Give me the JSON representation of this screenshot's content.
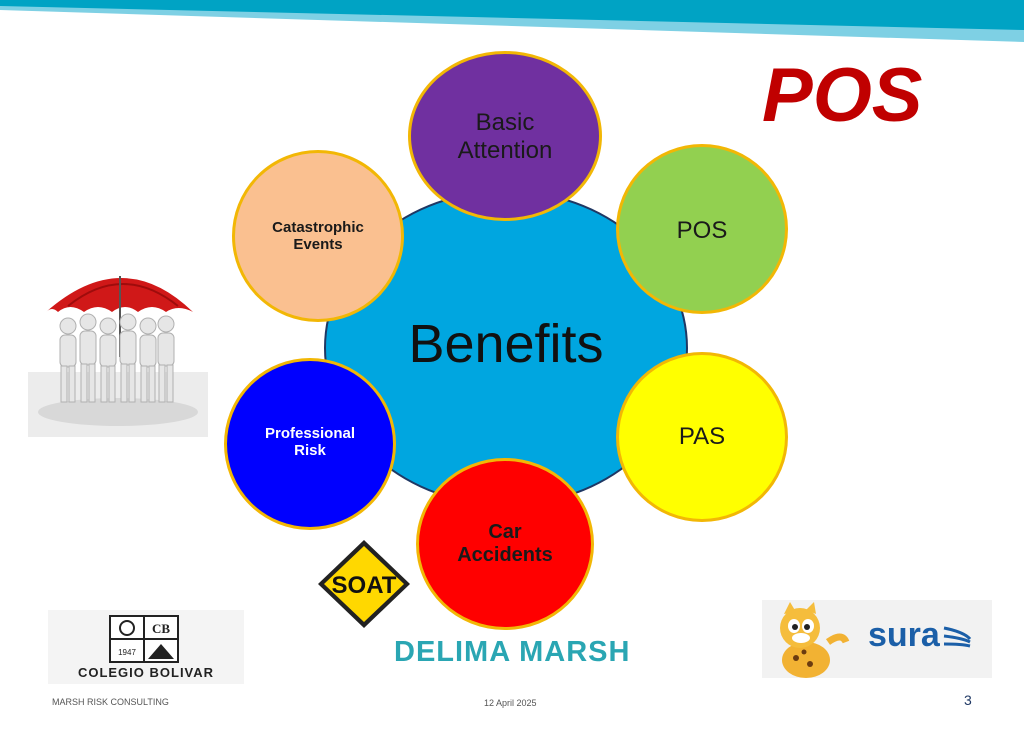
{
  "title": "POS",
  "center": {
    "label": "Benefits",
    "color": "#00a6e0"
  },
  "satellites": [
    {
      "label": "Basic\nAttention",
      "color": "#7030a0"
    },
    {
      "label": "POS",
      "color": "#92d050"
    },
    {
      "label": "PAS",
      "color": "#ffff00"
    },
    {
      "label": "Car\nAccidents",
      "color": "#ff0000"
    },
    {
      "label": "Professional\nRisk",
      "color": "#0000ff"
    },
    {
      "label": "Catastrophic\nEvents",
      "color": "#fac090"
    }
  ],
  "logos": {
    "soat": "SOAT",
    "colegio": "COLEGIO BOLIVAR",
    "colegio_year": "1947",
    "delima": "DELIMA MARSH",
    "sura": "sura"
  },
  "footer": {
    "left": "MARSH RISK CONSULTING",
    "date": "12 April 2025",
    "page": "3"
  },
  "colors": {
    "title_red": "#c00000",
    "circle_border": "#f2b705",
    "banner": "#00a3c4",
    "delima_teal": "#2aa6b3",
    "sura_blue": "#1b5fa8"
  }
}
